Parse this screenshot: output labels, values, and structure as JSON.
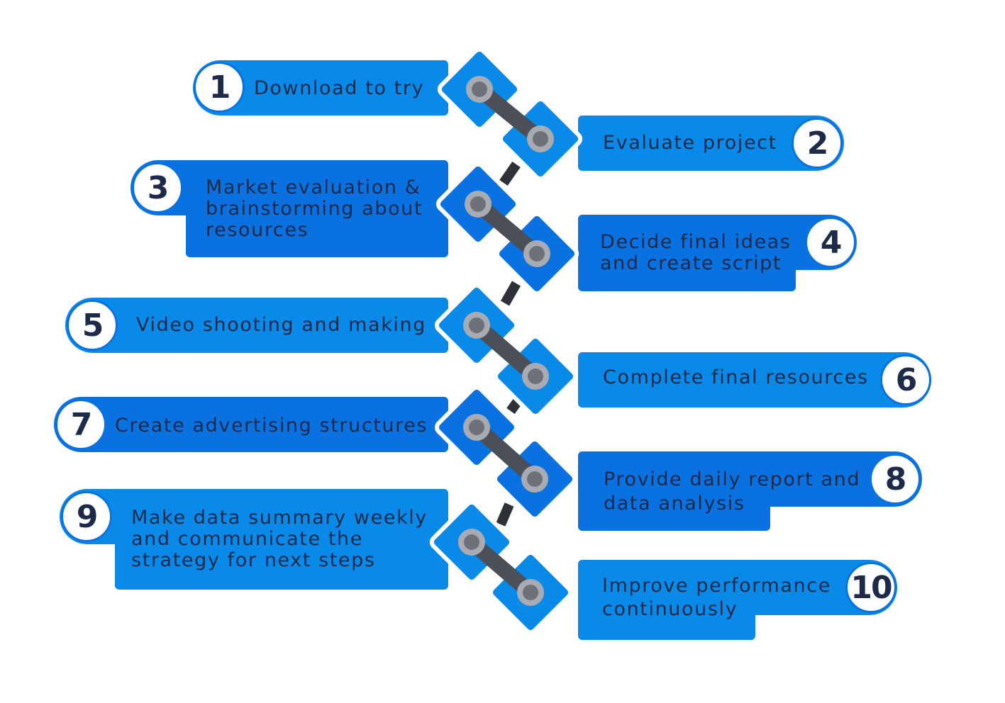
{
  "steps": [
    {
      "num": "1",
      "label": "Download to try",
      "side": "left",
      "shade": "light"
    },
    {
      "num": "2",
      "label": "Evaluate project",
      "side": "right",
      "shade": "light"
    },
    {
      "num": "3",
      "label": "Market evaluation & brainstorming about resources",
      "side": "left",
      "shade": "dark"
    },
    {
      "num": "4",
      "label": "Decide final ideas and create script",
      "side": "right",
      "shade": "dark"
    },
    {
      "num": "5",
      "label": "Video shooting and making",
      "side": "left",
      "shade": "light"
    },
    {
      "num": "6",
      "label": "Complete final resources",
      "side": "right",
      "shade": "light"
    },
    {
      "num": "7",
      "label": "Create advertising structures",
      "side": "left",
      "shade": "dark"
    },
    {
      "num": "8",
      "label": "Provide daily report and data analysis",
      "side": "right",
      "shade": "dark"
    },
    {
      "num": "9",
      "label": "Make data summary weekly and communicate the strategy for next steps",
      "side": "left",
      "shade": "light"
    },
    {
      "num": "10",
      "label": "Improve performance continuously",
      "side": "right",
      "shade": "light"
    }
  ],
  "colors": {
    "light": "#0a8ae8",
    "dark": "#0a72e0",
    "badge_ring": "#0a72e0",
    "text": "#1e2a4a",
    "link_bar": "#4a4f58",
    "chain_bar": "#2e3238",
    "pin_outer": "#a8acb2",
    "pin_inner": "#6e7278"
  }
}
